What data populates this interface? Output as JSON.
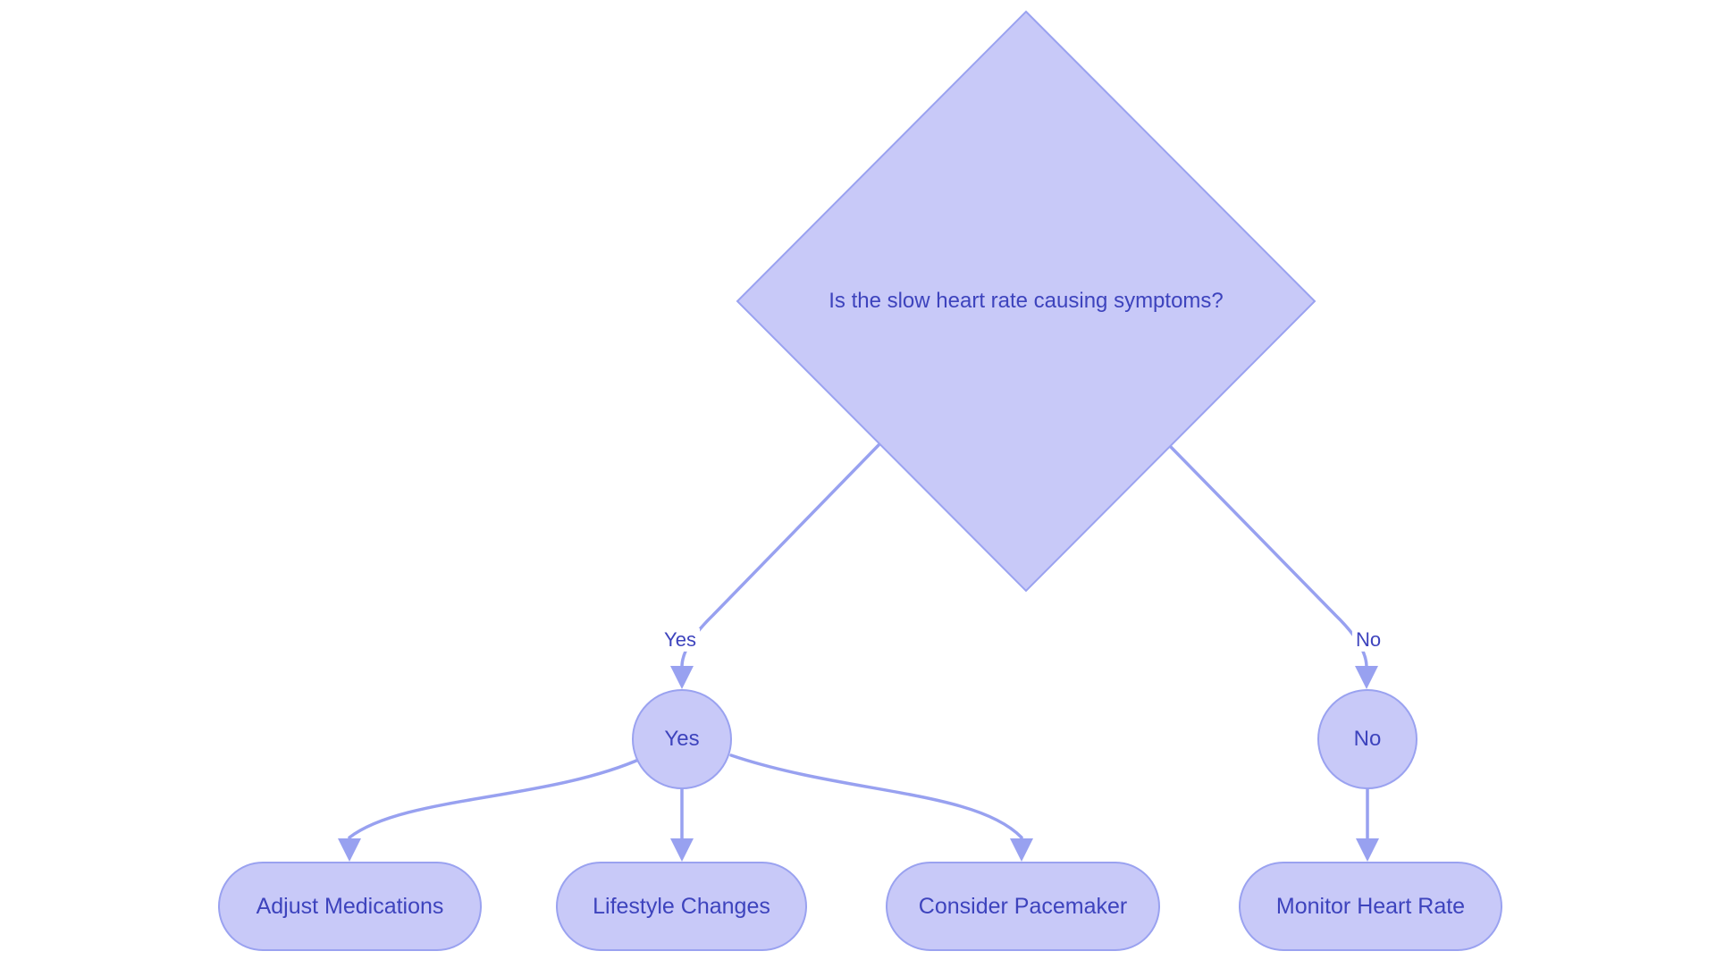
{
  "diagram": {
    "type": "flowchart",
    "direction": "top-down",
    "colors": {
      "background": "#ffffff",
      "node_fill": "#c8c9f8",
      "node_border": "#9aa2f0",
      "edge_color": "#98a1f0",
      "text_color": "#3d43bd"
    },
    "nodes": {
      "decision": {
        "label": "Is the slow heart rate causing symptoms?",
        "shape": "diamond"
      },
      "yes": {
        "label": "Yes",
        "shape": "circle"
      },
      "no": {
        "label": "No",
        "shape": "circle"
      },
      "adjust": {
        "label": "Adjust Medications",
        "shape": "rounded-rect"
      },
      "lifestyle": {
        "label": "Lifestyle Changes",
        "shape": "rounded-rect"
      },
      "pacemaker": {
        "label": "Consider Pacemaker",
        "shape": "rounded-rect"
      },
      "monitor": {
        "label": "Monitor Heart Rate",
        "shape": "rounded-rect"
      }
    },
    "edge_labels": {
      "yes": "Yes",
      "no": "No"
    },
    "edges": [
      {
        "from": "decision",
        "to": "yes",
        "label": "Yes"
      },
      {
        "from": "decision",
        "to": "no",
        "label": "No"
      },
      {
        "from": "yes",
        "to": "adjust",
        "label": ""
      },
      {
        "from": "yes",
        "to": "lifestyle",
        "label": ""
      },
      {
        "from": "yes",
        "to": "pacemaker",
        "label": ""
      },
      {
        "from": "no",
        "to": "monitor",
        "label": ""
      }
    ]
  }
}
